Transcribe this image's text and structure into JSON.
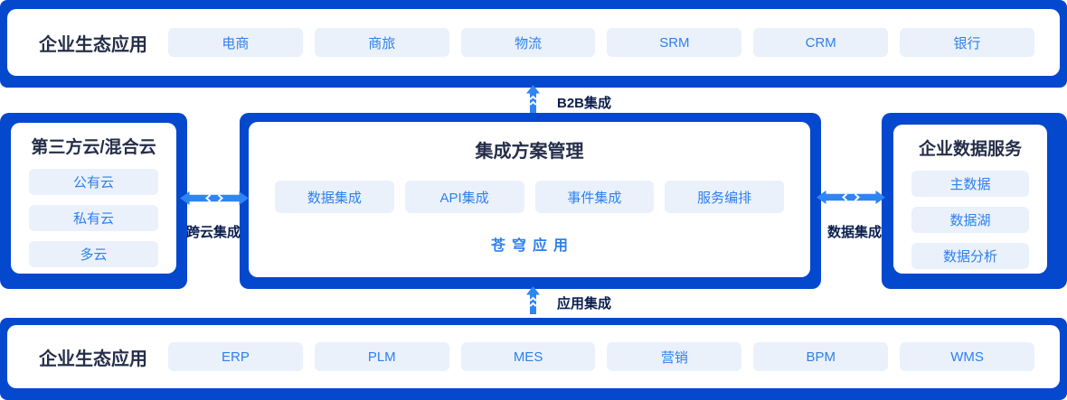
{
  "colors": {
    "deep_blue": "#0448CE",
    "arrow_blue": "#2F84F6",
    "chip_bg": "#EAF1FB",
    "chip_text": "#2F80ED",
    "title_text": "#252E49",
    "label_text": "#0A1E4F",
    "card_bg": "#FFFFFF"
  },
  "top_bar": {
    "title": "企业生态应用",
    "items": [
      "电商",
      "商旅",
      "物流",
      "SRM",
      "CRM",
      "银行"
    ]
  },
  "middle": {
    "left_panel": {
      "title": "第三方云/混合云",
      "items": [
        "公有云",
        "私有云",
        "多云"
      ]
    },
    "center_panel": {
      "title": "集成方案管理",
      "items": [
        "数据集成",
        "API集成",
        "事件集成",
        "服务编排"
      ],
      "footer": "苍穹应用"
    },
    "right_panel": {
      "title": "企业数据服务",
      "items": [
        "主数据",
        "数据湖",
        "数据分析"
      ]
    }
  },
  "bottom_bar": {
    "title": "企业生态应用",
    "items": [
      "ERP",
      "PLM",
      "MES",
      "营销",
      "BPM",
      "WMS"
    ]
  },
  "connectors": {
    "top_label": "B2B集成",
    "bottom_label": "应用集成",
    "left_label": "跨云集成",
    "right_label": "数据集成"
  }
}
